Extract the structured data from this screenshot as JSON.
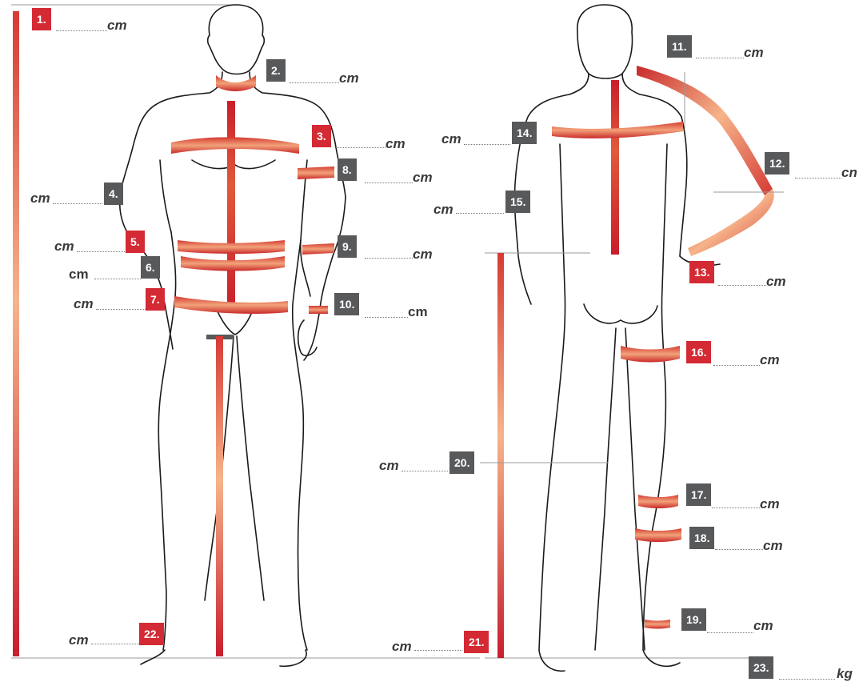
{
  "colors": {
    "band_dark": "#d42a34",
    "band_mid": "#e0704a",
    "band_light": "#f6b48a",
    "badge_red": "#d42a34",
    "badge_gray": "#58595b",
    "outline": "#1a1a1a"
  },
  "measurements": [
    {
      "id": "1",
      "label": "1.",
      "unit": "cm",
      "badge_color": "red"
    },
    {
      "id": "2",
      "label": "2.",
      "unit": "cm",
      "badge_color": "gray"
    },
    {
      "id": "3",
      "label": "3.",
      "unit": "cm",
      "badge_color": "red"
    },
    {
      "id": "4",
      "label": "4.",
      "unit": "cm",
      "badge_color": "gray"
    },
    {
      "id": "5",
      "label": "5.",
      "unit": "cm",
      "badge_color": "red"
    },
    {
      "id": "6",
      "label": "6.",
      "unit": "cm",
      "badge_color": "gray"
    },
    {
      "id": "7",
      "label": "7.",
      "unit": "cm",
      "badge_color": "red"
    },
    {
      "id": "8",
      "label": "8.",
      "unit": "cm",
      "badge_color": "gray"
    },
    {
      "id": "9",
      "label": "9.",
      "unit": "cm",
      "badge_color": "gray"
    },
    {
      "id": "10",
      "label": "10.",
      "unit": "cm",
      "badge_color": "gray"
    },
    {
      "id": "11",
      "label": "11.",
      "unit": "cm",
      "badge_color": "gray"
    },
    {
      "id": "12",
      "label": "12.",
      "unit": "cn",
      "badge_color": "gray"
    },
    {
      "id": "13",
      "label": "13.",
      "unit": "cm",
      "badge_color": "red"
    },
    {
      "id": "14",
      "label": "14.",
      "unit": "cm",
      "badge_color": "gray"
    },
    {
      "id": "15",
      "label": "15.",
      "unit": "cm",
      "badge_color": "gray"
    },
    {
      "id": "16",
      "label": "16.",
      "unit": "cm",
      "badge_color": "red"
    },
    {
      "id": "17",
      "label": "17.",
      "unit": "cm",
      "badge_color": "gray"
    },
    {
      "id": "18",
      "label": "18.",
      "unit": "cm",
      "badge_color": "gray"
    },
    {
      "id": "19",
      "label": "19.",
      "unit": "cm",
      "badge_color": "gray"
    },
    {
      "id": "20",
      "label": "20.",
      "unit": "cm",
      "badge_color": "gray"
    },
    {
      "id": "21",
      "label": "21.",
      "unit": "cm",
      "badge_color": "red"
    },
    {
      "id": "22",
      "label": "22.",
      "unit": "cm",
      "badge_color": "red"
    },
    {
      "id": "23",
      "label": "23.",
      "unit": "kg",
      "badge_color": "gray"
    }
  ]
}
